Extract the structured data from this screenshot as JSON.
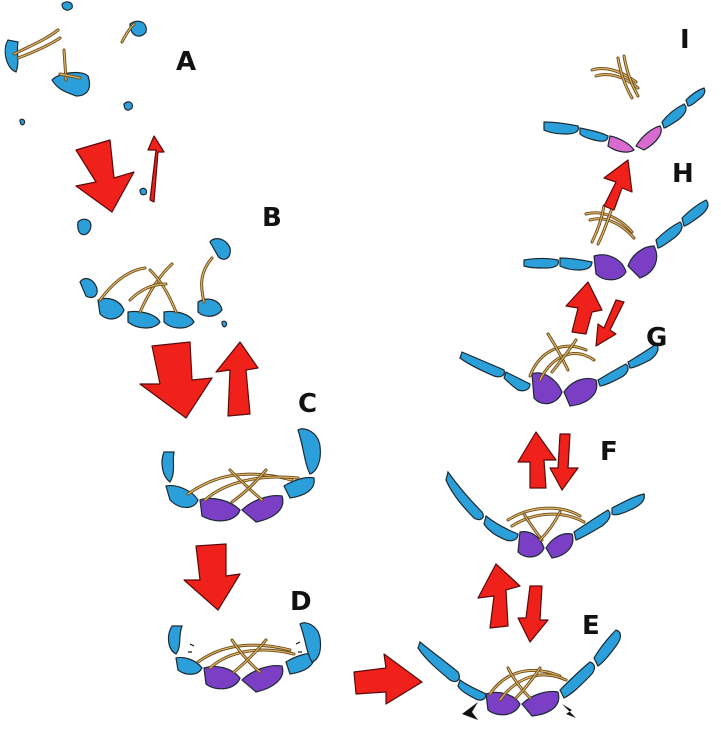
{
  "panels": [
    {
      "id": "A",
      "label": "A"
    },
    {
      "id": "B",
      "label": "B"
    },
    {
      "id": "C",
      "label": "C"
    },
    {
      "id": "D",
      "label": "D"
    },
    {
      "id": "E",
      "label": "E"
    },
    {
      "id": "F",
      "label": "F"
    },
    {
      "id": "G",
      "label": "G"
    },
    {
      "id": "H",
      "label": "H"
    },
    {
      "id": "I",
      "label": "I"
    }
  ],
  "colors": {
    "blue_segment": "#2b9fd9",
    "purple_segment": "#7a3fc4",
    "pink_segment": "#d86ad0",
    "filament": "#b58a3c",
    "filament_dark": "#6b4a1a",
    "arrow": "#f0201a",
    "marker": "#111111"
  }
}
